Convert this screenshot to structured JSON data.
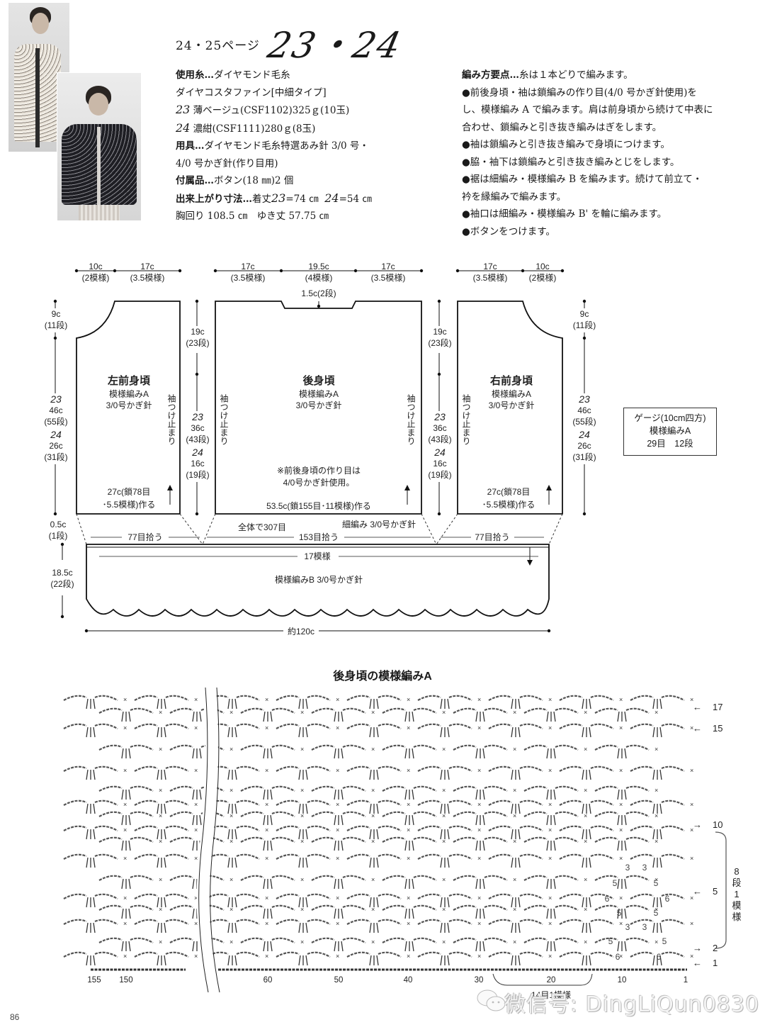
{
  "header": {
    "page_ref": "24・25ページ",
    "pattern_numbers": "23・24"
  },
  "photos": [
    {
      "name": "model-23-beige-long-cardigan",
      "desc": "Model wearing long beige lace cardigan (23)"
    },
    {
      "name": "model-24-navy-short-cardigan",
      "desc": "Model wearing short navy lace cardigan (24)"
    }
  ],
  "materials": {
    "yarn_label": "使用糸…",
    "yarn_brand": "ダイヤモンド毛糸",
    "yarn_name": "ダイヤコスタファイン[中細タイプ]",
    "variant_23_no": "23",
    "variant_23": "薄ベージュ(CSF1102)325ｇ(10玉)",
    "variant_24_no": "24",
    "variant_24": "濃紺(CSF1111)280ｇ(8玉)",
    "tools_label": "用具…",
    "tools": "ダイヤモンド毛糸特選あみ針 3/0 号・",
    "tools_2": "4/0 号かぎ針(作り目用)",
    "notions_label": "付属品…",
    "notions": "ボタン(18 ㎜)2 個",
    "size_label": "出来上がり寸法…",
    "size_length_prefix": "着丈",
    "size_23_no": "23",
    "size_23": "=74 ㎝",
    "size_24_no": "24",
    "size_24": "=54 ㎝",
    "size_2": "胸回り 108.5 ㎝　ゆき丈 57.75 ㎝"
  },
  "instructions": {
    "title": "編み方要点…",
    "intro": "糸は１本どりで編みます。",
    "points": [
      "●前後身頃・袖は鎖編みの作り目(4/0 号かぎ針使用)を",
      "し、模様編み A で編みます。肩は前身頃から続けて中表に",
      "合わせ、鎖編みと引き抜き編みはぎをします。",
      "●袖は鎖編みと引き抜き編みで身頃につけます。",
      "●脇・袖下は鎖編みと引き抜き編みとじをします。",
      "●裾は細編み・模様編み B を編みます。続けて前立て・",
      "衿を縁編みで編みます。",
      "●袖口は細編み・模様編み B' を輪に編みます。",
      "●ボタンをつけます。"
    ]
  },
  "diagram": {
    "left_front": {
      "title": "左前身頃",
      "stitch": "模様編みA",
      "hook": "3/0号かぎ針",
      "top_dims": [
        {
          "cm": "10c",
          "pat": "(2模様)"
        },
        {
          "cm": "17c",
          "pat": "(3.5模様)"
        }
      ],
      "neck_drop": {
        "cm": "9c",
        "rows": "(11段)"
      },
      "body_len_23": {
        "no": "23",
        "cm": "46c",
        "rows": "(55段)"
      },
      "body_len_24": {
        "no": "24",
        "cm": "26c",
        "rows": "(31段)"
      },
      "sleeve_mark": "袖つけ止まり",
      "cast_on_1": "27c(鎖78目",
      "cast_on_2": "･5.5模様)作る"
    },
    "back": {
      "title": "後身頃",
      "stitch": "模様編みA",
      "hook": "3/0号かぎ針",
      "top_dims": [
        {
          "cm": "17c",
          "pat": "(3.5模様)"
        },
        {
          "cm": "19.5c",
          "pat": "(4模様)"
        },
        {
          "cm": "17c",
          "pat": "(3.5模様)"
        }
      ],
      "neck_depth": "1.5c(2段)",
      "sleeve_mark": "袖つけ止まり",
      "note_1": "※前後身頃の作り目は",
      "note_2": "4/0号かぎ針使用。",
      "cast_on": "53.5c(鎖155目･11模様)作る"
    },
    "right_front": {
      "title": "右前身頃",
      "stitch": "模様編みA",
      "hook": "3/0号かぎ針",
      "top_dims": [
        {
          "cm": "17c",
          "pat": "(3.5模様)"
        },
        {
          "cm": "10c",
          "pat": "(2模様)"
        }
      ],
      "neck_drop": {
        "cm": "9c",
        "rows": "(11段)"
      },
      "body_len_23": {
        "no": "23",
        "cm": "46c",
        "rows": "(55段)"
      },
      "body_len_24": {
        "no": "24",
        "cm": "26c",
        "rows": "(31段)"
      },
      "sleeve_mark": "袖つけ止まり",
      "cast_on_1": "27c(鎖78目",
      "cast_on_2": "･5.5模様)作る"
    },
    "armhole": {
      "cm": "19c",
      "rows": "(23段)"
    },
    "side_23": {
      "no": "23",
      "cm": "36c",
      "rows": "(43段)"
    },
    "side_24": {
      "no": "24",
      "cm": "16c",
      "rows": "(19段)"
    },
    "gauge": {
      "line1": "ゲージ(10cm四方)",
      "line2": "模様編みA",
      "line3": "29目　12段"
    },
    "hem": {
      "edge_cm": "0.5c",
      "edge_rows": "(1段)",
      "depth_cm": "18.5c",
      "depth_rows": "(22段)",
      "pick_left": "77目拾う",
      "total": "全体で307目",
      "pick_back": "153目拾う",
      "sc_note": "細編み 3/0号かぎ針",
      "pick_right": "77目拾う",
      "repeats": "17模様",
      "stitch": "模様編みB 3/0号かぎ針",
      "width": "約120c"
    }
  },
  "chart": {
    "title": "後身頃の模様編みA",
    "row_labels": [
      {
        "row": "17",
        "dir": "←"
      },
      {
        "row": "15",
        "dir": "←"
      },
      {
        "row": "10",
        "dir": "→"
      },
      {
        "row": "5",
        "dir": "←"
      },
      {
        "row": "2",
        "dir": "→"
      },
      {
        "row": "1",
        "dir": "←"
      }
    ],
    "repeat_note": [
      "8",
      "段",
      "1",
      "模",
      "様"
    ],
    "stitch_labels_left": [
      "3",
      "5",
      "6",
      "5",
      "3",
      "5",
      "6"
    ],
    "stitch_labels_right": [
      "3",
      "5",
      "6",
      "5",
      "3",
      "5",
      "6"
    ],
    "x_ticks": [
      "155",
      "150",
      "60",
      "50",
      "40",
      "30",
      "20",
      "10",
      "1"
    ],
    "repeat_bottom": "14目1模様"
  },
  "footer": {
    "page_number": "86",
    "watermark": "微信号: DingLiQun0830"
  }
}
